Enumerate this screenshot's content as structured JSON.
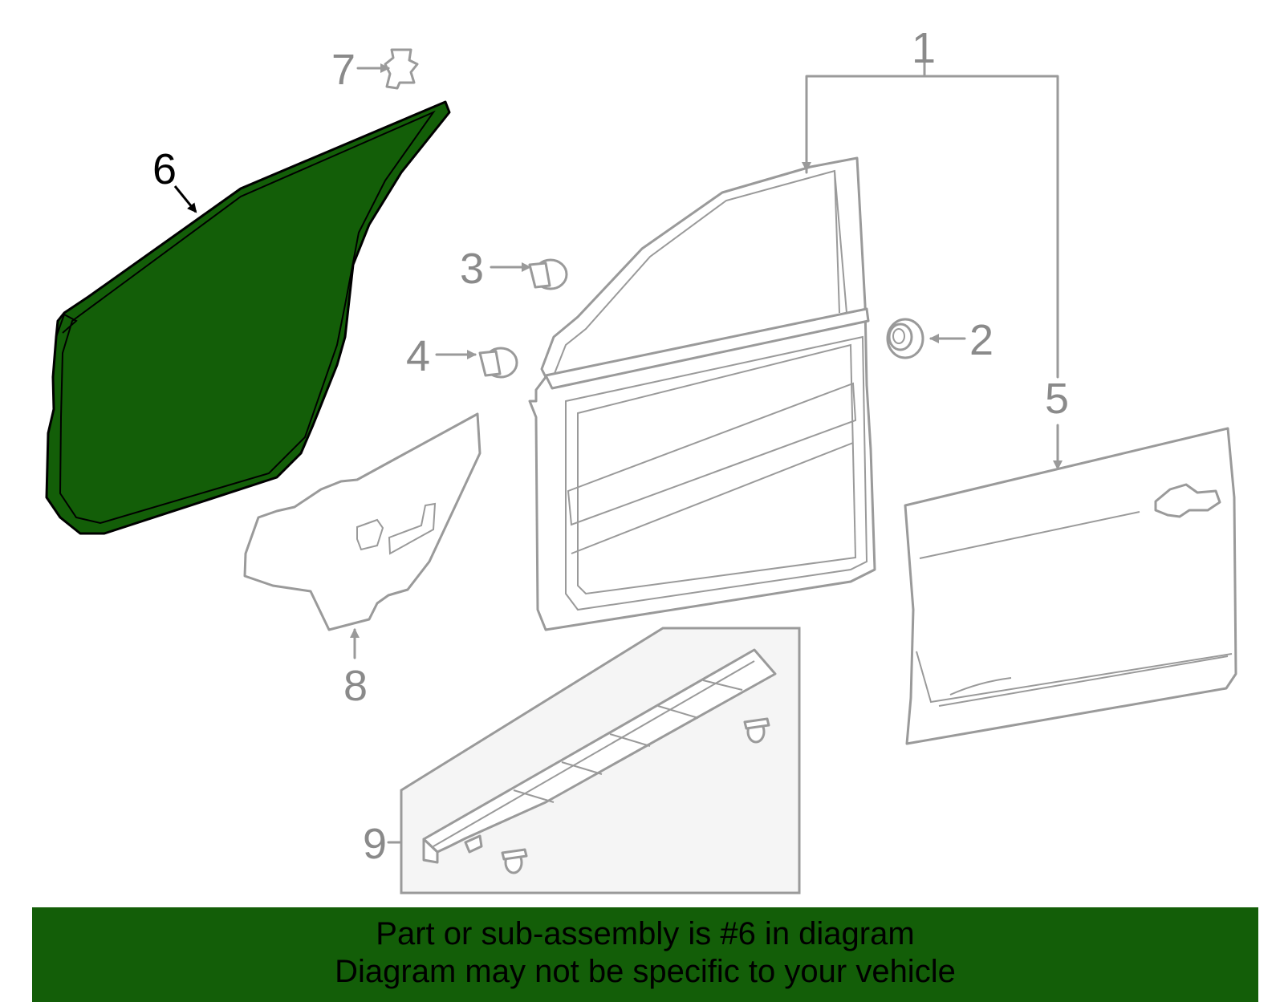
{
  "diagram": {
    "highlight_color": "#135e08",
    "line_color": "#9a9a9a",
    "labels": [
      {
        "id": "1",
        "text": "1"
      },
      {
        "id": "2",
        "text": "2"
      },
      {
        "id": "3",
        "text": "3"
      },
      {
        "id": "4",
        "text": "4"
      },
      {
        "id": "5",
        "text": "5"
      },
      {
        "id": "6",
        "text": "6",
        "highlighted": true
      },
      {
        "id": "7",
        "text": "7"
      },
      {
        "id": "8",
        "text": "8"
      },
      {
        "id": "9",
        "text": "9"
      }
    ]
  },
  "banner": {
    "line1": "Part or sub-assembly is #6 in diagram",
    "line2": "Diagram may not be specific to your vehicle",
    "background": "#135e08"
  }
}
